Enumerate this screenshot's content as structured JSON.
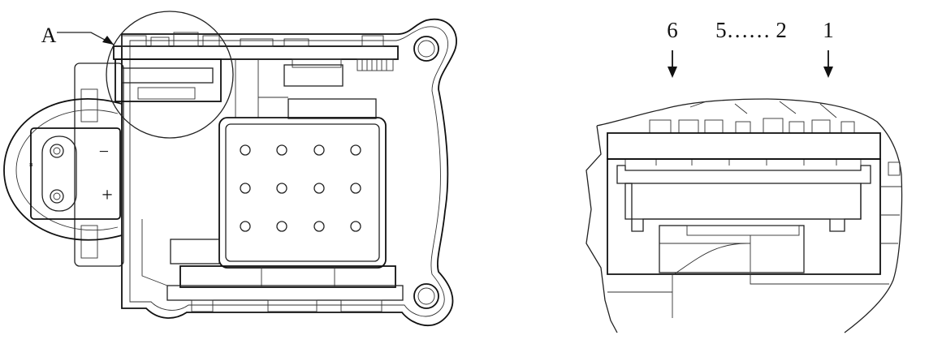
{
  "left_view": {
    "callout_label": "A",
    "polarity_minus": "−",
    "polarity_plus": "+"
  },
  "detail_view": {
    "pin_label_6": "6",
    "pin_label_mid": "5…… 2",
    "pin_label_1": "1"
  },
  "colors": {
    "line": "#222222",
    "background": "#ffffff"
  }
}
